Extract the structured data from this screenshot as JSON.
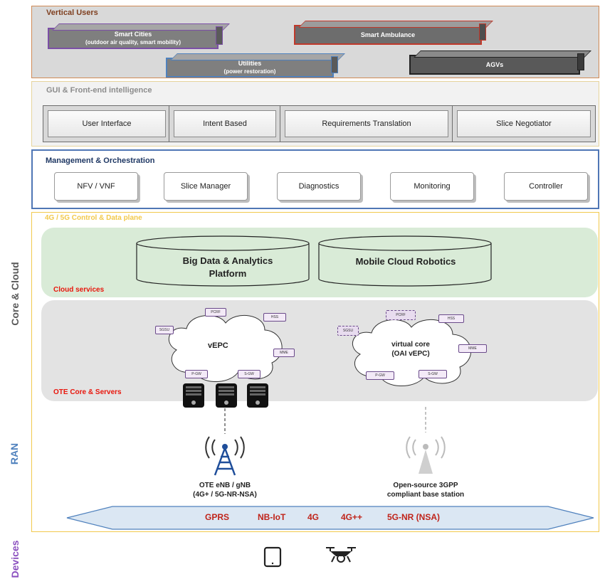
{
  "colors": {
    "vertical_bg": "#d9d9d9",
    "vertical_border": "#d08a55",
    "gui_bg": "#f2f2f2",
    "gui_border": "#e6d49c",
    "mgmt_border": "#4f76b5",
    "core_border": "#f2c94c",
    "cloud_green": "#d9ebd7",
    "core_grey": "#e3e3e3",
    "label_red": "#e8160c",
    "ran_blue": "#4f81bd",
    "devices_purple": "#8a4fbf",
    "core_text": "#595959"
  },
  "vertical_users": {
    "title": "Vertical Users",
    "items": [
      {
        "label": "Smart Cities",
        "sub": "(outdoor air quality, smart mobility)"
      },
      {
        "label": "Smart Ambulance",
        "sub": ""
      },
      {
        "label": "Utilities",
        "sub": "(power restoration)"
      },
      {
        "label": "AGVs",
        "sub": ""
      }
    ]
  },
  "gui": {
    "title": "GUI & Front-end intelligence",
    "items": [
      "User Interface",
      "Intent Based",
      "Requirements Translation",
      "Slice Negotiator"
    ]
  },
  "management": {
    "title": "Management & Orchestration",
    "items": [
      "NFV / VNF",
      "Slice Manager",
      "Diagnostics",
      "Monitoring",
      "Controller"
    ]
  },
  "control_plane": {
    "title": "4G / 5G Control & Data plane",
    "cloud_services_label": "Cloud services",
    "platforms": [
      "Big Data & Analytics Platform",
      "Mobile Cloud Robotics"
    ],
    "core_label": "OTE Core & Servers",
    "vepc": {
      "label": "vEPC",
      "nodes": [
        "PCRF",
        "HSS",
        "SGSU",
        "MME",
        "P-GW",
        "S-GW"
      ]
    },
    "virtual_core": {
      "label": "virtual core",
      "sub": "(OAI vEPC)",
      "nodes": [
        "PCRF",
        "HSS",
        "SGSU",
        "MME",
        "P-GW",
        "S-GW"
      ]
    }
  },
  "ran": {
    "ote_label": "OTE eNB / gNB",
    "ote_sub": "(4G+ / 5G-NR-NSA)",
    "open_label": "Open-source 3GPP",
    "open_sub": "compliant base station",
    "technologies": [
      "GPRS",
      "NB-IoT",
      "4G",
      "4G++",
      "5G-NR (NSA)"
    ]
  },
  "side_labels": {
    "core": "Core & Cloud",
    "ran": "RAN",
    "devices": "Devices"
  },
  "icons": [
    "tablet-icon",
    "drone-icon",
    "antenna-tower-icon",
    "antenna-icon",
    "server-icon"
  ]
}
